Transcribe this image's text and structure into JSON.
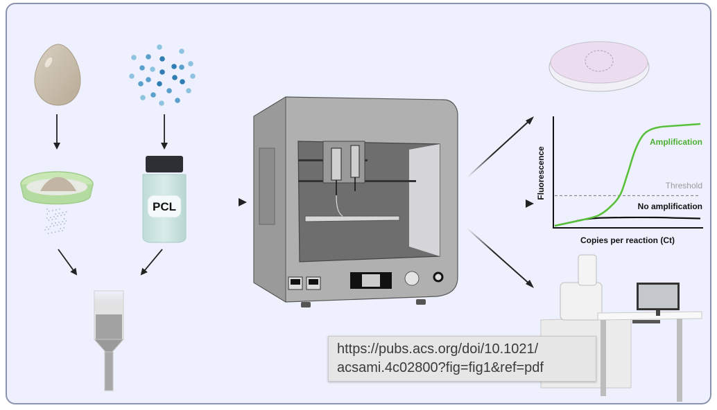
{
  "figure": {
    "inputs": {
      "egg": {
        "icon": "egg-icon"
      },
      "polymer_particles": {
        "icon": "particles-icon"
      },
      "sieve": {
        "icon": "sieve-icon"
      },
      "pcl_bottle": {
        "icon": "bottle-icon",
        "label": "PCL"
      },
      "syringe": {
        "icon": "syringe-icon"
      }
    },
    "printer": {
      "icon": "bioprinter-icon"
    },
    "outputs": {
      "petri_dish": {
        "icon": "petri-dish-icon"
      },
      "sem_station": {
        "icon": "microscope-icon"
      }
    },
    "colors": {
      "background": "#eef1fd",
      "border": "#8a93ad",
      "amplification": "#4caf33",
      "threshold": "#9a9a9a",
      "arrow": "#222222"
    }
  },
  "chart_data": {
    "type": "line",
    "title": "",
    "xlabel": "Copies per reaction (Ct)",
    "ylabel": "Fluorescence",
    "xlim": [
      0,
      1
    ],
    "ylim": [
      0,
      1
    ],
    "grid": false,
    "threshold": {
      "label": "Threshold",
      "value": 0.29
    },
    "series": [
      {
        "name": "Amplification",
        "color": "#4caf33",
        "x": [
          0,
          0.1,
          0.2,
          0.3,
          0.38,
          0.45,
          0.5,
          0.55,
          0.6,
          0.65,
          0.72,
          0.8,
          0.9,
          1.0
        ],
        "y": [
          0.0,
          0.03,
          0.06,
          0.1,
          0.18,
          0.3,
          0.5,
          0.72,
          0.86,
          0.92,
          0.95,
          0.96,
          0.97,
          0.98
        ]
      },
      {
        "name": "No amplification",
        "color": "#111111",
        "x": [
          0,
          0.1,
          0.2,
          0.3,
          0.5,
          0.7,
          0.85,
          1.0
        ],
        "y": [
          0.0,
          0.03,
          0.06,
          0.075,
          0.08,
          0.08,
          0.075,
          0.07
        ]
      }
    ],
    "annotations": [
      "Amplification",
      "Threshold",
      "No amplification"
    ]
  },
  "tooltip": {
    "line1": "https://pubs.acs.org/doi/10.1021/",
    "line2": "acsami.4c02800?fig=fig1&ref=pdf"
  }
}
